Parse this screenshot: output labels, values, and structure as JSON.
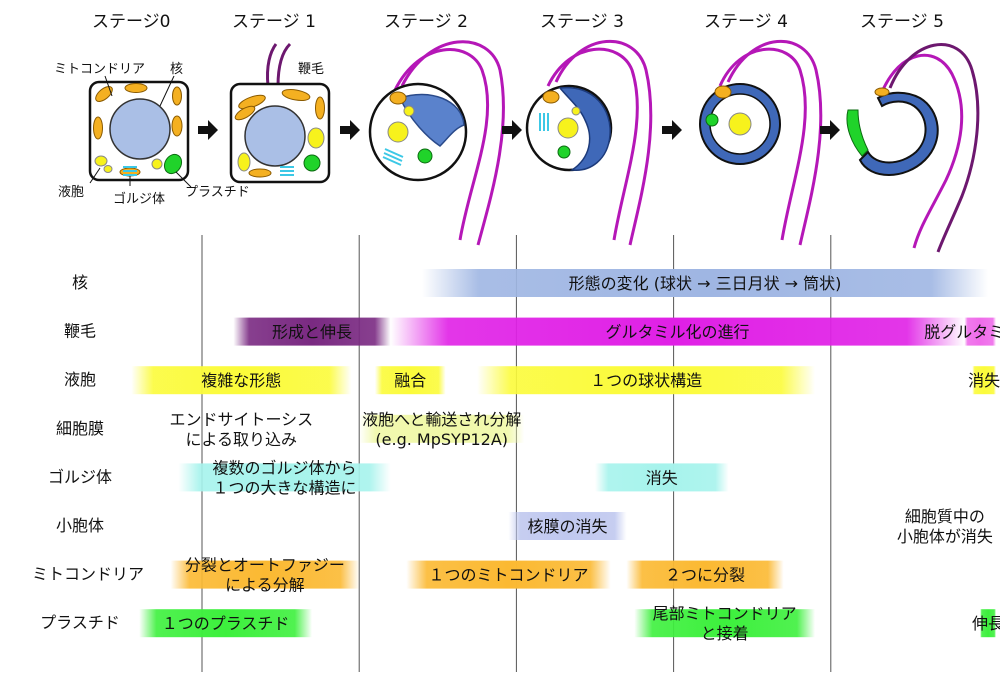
{
  "stages": [
    "ステージ0",
    "ステージ 1",
    "ステージ 2",
    "ステージ 3",
    "ステージ 4",
    "ステージ 5"
  ],
  "cell_labels": {
    "mitochondria": "ミトコンドリア",
    "nucleus": "核",
    "flagellum": "鞭毛",
    "vacuole": "液胞",
    "golgi": "ゴルジ体",
    "plastid": "プラスチド"
  },
  "rows": [
    {
      "label": "核",
      "bands": [
        {
          "start": 1.4,
          "end": 5.0,
          "fade": "both",
          "color": "#9fb6e3",
          "lines": [
            "形態の変化 (球状 → 三日月状 → 筒状)"
          ]
        }
      ]
    },
    {
      "label": "鞭毛",
      "bands": [
        {
          "start": 0.2,
          "end": 1.2,
          "fade": "purple",
          "color": "#7a2a82",
          "lines": [
            "形成と伸長"
          ]
        },
        {
          "start": 1.2,
          "end": 4.85,
          "fade": "magenta",
          "color": "#e020e6",
          "lines": [
            "グルタミル化の進行"
          ]
        },
        {
          "start": 4.85,
          "end": 5.8,
          "fade": "pink",
          "color": "#ef6cea",
          "lines": [
            "脱グルタミル化"
          ]
        }
      ]
    },
    {
      "label": "液胞",
      "bands": [
        {
          "start": -0.45,
          "end": 0.95,
          "fade": "both",
          "color": "#fbfb3a",
          "lines": [
            "複雑な形態"
          ]
        },
        {
          "start": 1.1,
          "end": 1.55,
          "fade": "both",
          "color": "#fbfb3a",
          "lines": [
            "融合"
          ]
        },
        {
          "start": 1.75,
          "end": 3.9,
          "fade": "both",
          "color": "#fbfb3a",
          "lines": [
            "１つの球状構造"
          ]
        },
        {
          "start": 4.9,
          "end": 5.45,
          "fade": "both",
          "color": "#fbfb3a",
          "lines": [
            "消失"
          ]
        }
      ]
    },
    {
      "label": "細胞膜",
      "bands": [
        {
          "start": -0.45,
          "end": 0.95,
          "fade": "none",
          "color": "#ffffff",
          "lines": [
            "エンドサイトーシス",
            "による取り込み"
          ]
        },
        {
          "start": 1.0,
          "end": 2.05,
          "fade": "both",
          "color": "#f0f8a8",
          "lines": [
            "液胞へと輸送され分解",
            "(e.g. MpSYP12A)"
          ]
        }
      ]
    },
    {
      "label": "ゴルジ体",
      "bands": [
        {
          "start": -0.15,
          "end": 1.2,
          "fade": "both",
          "color": "#a6f3ec",
          "lines": [
            "複数のゴルジ体から",
            "１つの大きな構造に"
          ]
        },
        {
          "start": 2.5,
          "end": 3.35,
          "fade": "both",
          "color": "#a6f3ec",
          "lines": [
            "消失"
          ]
        }
      ]
    },
    {
      "label": "小胞体",
      "bands": [
        {
          "start": 1.95,
          "end": 2.7,
          "fade": "both",
          "color": "#c0c8ef",
          "lines": [
            "核膜の消失"
          ]
        },
        {
          "start": 4.4,
          "end": 5.6,
          "fade": "none",
          "color": "#ffffff",
          "lines": [
            "細胞質中の",
            "小胞体が消失"
          ]
        }
      ]
    },
    {
      "label": "ミトコンドリア",
      "bands": [
        {
          "start": -0.2,
          "end": 1.0,
          "fade": "both",
          "color": "#fbb932",
          "lines": [
            "分裂とオートファジー",
            "による分解"
          ]
        },
        {
          "start": 1.3,
          "end": 2.6,
          "fade": "both",
          "color": "#fbb932",
          "lines": [
            "１つのミトコンドリア"
          ]
        },
        {
          "start": 2.7,
          "end": 3.7,
          "fade": "both",
          "color": "#fbb932",
          "lines": [
            "２つに分裂"
          ]
        }
      ]
    },
    {
      "label": "プラスチド",
      "bands": [
        {
          "start": -0.4,
          "end": 0.7,
          "fade": "both",
          "color": "#3df03d",
          "lines": [
            "１つのプラスチド"
          ]
        },
        {
          "start": 2.75,
          "end": 3.9,
          "fade": "both",
          "color": "#3df03d",
          "lines": [
            "尾部ミトコンドリア",
            "と接着"
          ]
        },
        {
          "start": 4.95,
          "end": 5.5,
          "fade": "both",
          "color": "#3df03d",
          "lines": [
            "伸長"
          ]
        }
      ]
    }
  ],
  "colors": {
    "cytoplasm": "#ffffff",
    "nucleus": "#aabfe6",
    "nucleus_dark": "#3f68b8",
    "vacuole": "#f7f21c",
    "mitochondria": "#f4b021",
    "plastid": "#20d32a",
    "golgi": "#3cc8e6",
    "flagellum": "#b517b7",
    "flagellum_dark": "#6d186f",
    "divider": "#555555"
  }
}
